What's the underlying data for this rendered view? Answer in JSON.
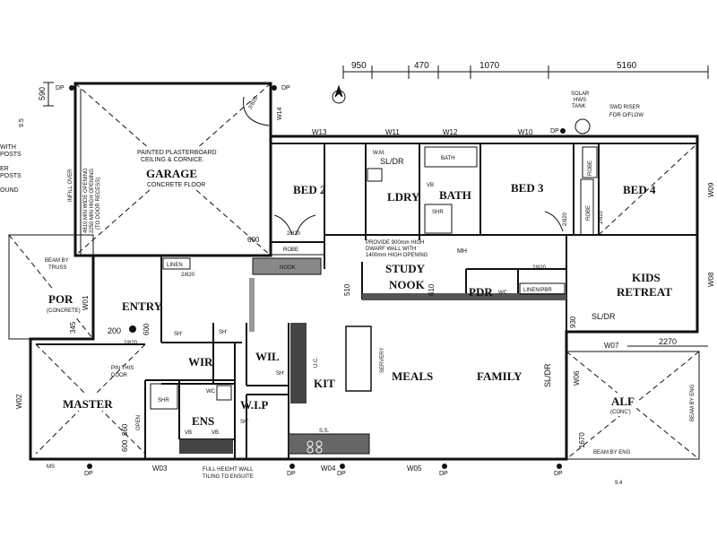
{
  "rooms": {
    "garage": "GARAGE",
    "bed2": "BED 2",
    "ldry": "LDRY",
    "bath": "BATH",
    "bed3": "BED 3",
    "bed4": "BED 4",
    "study": "STUDY",
    "nook": "NOOK",
    "pdr": "PDR",
    "kids_retreat_1": "KIDS",
    "kids_retreat_2": "RETREAT",
    "por": "POR",
    "entry": "ENTRY",
    "wir": "WIR",
    "wil": "WIL",
    "kit": "KIT",
    "meals": "MEALS",
    "family": "FAMILY",
    "master": "MASTER",
    "ens": "ENS",
    "wip": "W.I.P",
    "alf": "ALF"
  },
  "dimensions": {
    "top": [
      "950",
      "470",
      "1070",
      "5160"
    ],
    "d590": "590",
    "d345": "345",
    "d600": "600",
    "d510": "510",
    "d610": "610",
    "d930": "930",
    "d860": "860",
    "d600b": "600",
    "d1670": "1670",
    "d2270": "2270",
    "d200": "200",
    "d9_5": "9.5",
    "d9_4": "9.4"
  },
  "windows": {
    "w13": "W13",
    "w11": "W11",
    "w12": "W12",
    "w10": "W10",
    "w09": "W09",
    "w08": "W08",
    "w07": "W07",
    "w06": "W06",
    "w05": "W05",
    "w04": "W04",
    "w03": "W03",
    "w02": "W02",
    "w01": "W01",
    "w14": "W14"
  },
  "notes": {
    "garage_ceiling_1": "PAINTED PLASTERBOARD",
    "garage_ceiling_2": "CEILING & CORNICE.",
    "garage_floor": "CONCRETE FLOOR",
    "garage_door_1": "4810 MIN WIDE OPENING",
    "garage_door_2": "2250 MIN HIGH OPENING",
    "garage_door_3": "(TO DOOR RECESS)",
    "infill": "INFILL OVER",
    "solar_1": "SOLAR",
    "solar_2": "HWS",
    "solar_3": "TANK",
    "swd_1": "SWD RISER",
    "swd_2": "FOR O/FLOW",
    "provide_1": "PROVIDE 900mm HIGH",
    "provide_2": "DWARF WALL WITH",
    "provide_3": "1400mm HIGH OPENING",
    "beam_truss_1": "BEAM BY",
    "beam_truss_2": "TRUSS",
    "por_sub": "(CONCRETE)",
    "alf_sub": "(CONC')",
    "beam_eng": "BEAM BY ENG",
    "beam_eng_right": "BEAM BY ENG",
    "pin_door_1": "PIN THIS",
    "pin_door_2": "DOOR",
    "tiling_1": "FULL HEIGHT WALL",
    "tiling_2": "TILING TO ENSUITE",
    "servery": "SERVERY",
    "left_with": "WITH",
    "left_posts": "POSTS",
    "left_er": "ER",
    "left_posts2": "POSTS",
    "left_ound": "OUND",
    "linen": "LINEN",
    "linen_pdr": "LINEN/PBR",
    "robe_b2": "ROBE",
    "robe_b3": "ROBE",
    "robe_b4": "ROBE",
    "nook_bench": "NOOK",
    "sl_dr_ldry": "SL/DR",
    "sl_dr_kids": "SL/DR",
    "sl_dr_family": "SL/DR",
    "open": "OPEN",
    "shr_bath": "SHR",
    "shr_ens": "SHR",
    "bath_tub": "BATH",
    "vb_bath": "VB",
    "vb_ens1": "VB",
    "vb_ens2": "VB",
    "wc_ens": "WC",
    "wc_pdr": "WC",
    "uc": "U.C.",
    "ss": "S.S.",
    "sh1": "SH'",
    "sh2": "SH'",
    "sh3": "SH'",
    "sh4": "SH'",
    "wm": "W.M.",
    "mh": "MH",
    "dp1": "DP",
    "dp2": "DP",
    "dp3": "DP",
    "dp4": "DP",
    "dp5": "DP",
    "dp6": "DP",
    "dp7": "DP",
    "dp8": "DP",
    "ms": "MS",
    "door_820_a": "2/820",
    "door_820_b": "2/820",
    "door_820_c": "2/820",
    "door_820_d": "2/820",
    "door_820_e": "2/820",
    "door_820_f": "2/820",
    "door_820_g": "2/820"
  }
}
